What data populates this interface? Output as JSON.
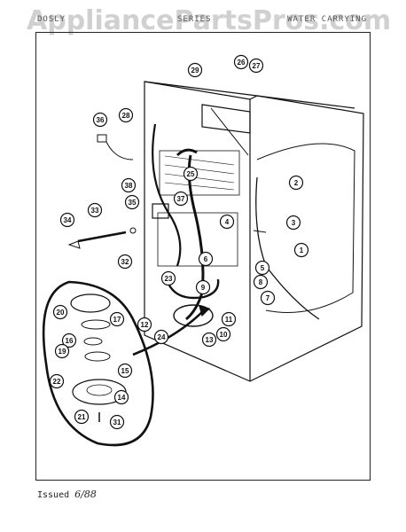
{
  "header": {
    "left": "DOSLY",
    "mid": "SERIES",
    "right": "WATER CARRYING"
  },
  "watermark": "AppliancePartsPros.com",
  "footer": {
    "issued_label": "Issued",
    "issued_date": "6/88"
  },
  "callouts": [
    "1",
    "2",
    "3",
    "4",
    "5",
    "6",
    "7",
    "8",
    "9",
    "10",
    "11",
    "12",
    "13",
    "14",
    "15",
    "16",
    "17",
    "19",
    "20",
    "21",
    "22",
    "23",
    "24",
    "25",
    "26",
    "27",
    "28",
    "29",
    "31",
    "32",
    "33",
    "34",
    "35",
    "36",
    "37",
    "38"
  ]
}
